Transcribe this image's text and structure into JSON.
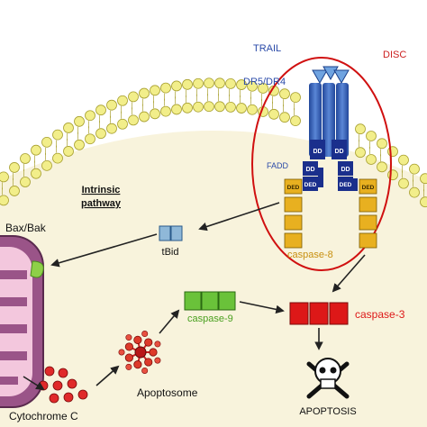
{
  "labels": {
    "trail": "TRAIL",
    "receptor": "DR5/DR4",
    "disc": "DISC",
    "fadd": "FADD",
    "dd": "DD",
    "ded": "DED",
    "intrinsic_line1": "Intrinsic",
    "intrinsic_line2": "pathway",
    "baxbak": "Bax/Bak",
    "tbid": "tBid",
    "caspase8": "caspase-8",
    "caspase9": "caspase-9",
    "caspase3": "caspase-3",
    "apoptosome": "Apoptosome",
    "cytochrome": "Cytochrome C",
    "apoptosis": "APOPTOSIS"
  },
  "colors": {
    "cytoplasm": "#f8f3dc",
    "lipid_head": "#f2ee8a",
    "receptor_blue": "#3a66b8",
    "dd_navy": "#1a2f8c",
    "ded_gold": "#e8b020",
    "disc_red": "#d01010",
    "caspase9_green": "#6ac23a",
    "caspase3_red": "#dd1818",
    "tbid_blue": "#8fb8d8",
    "apoptosome_red": "#cc2222",
    "mito_purple": "#7a3a6a"
  },
  "icons": {
    "death": "skull-crossbones-icon"
  }
}
